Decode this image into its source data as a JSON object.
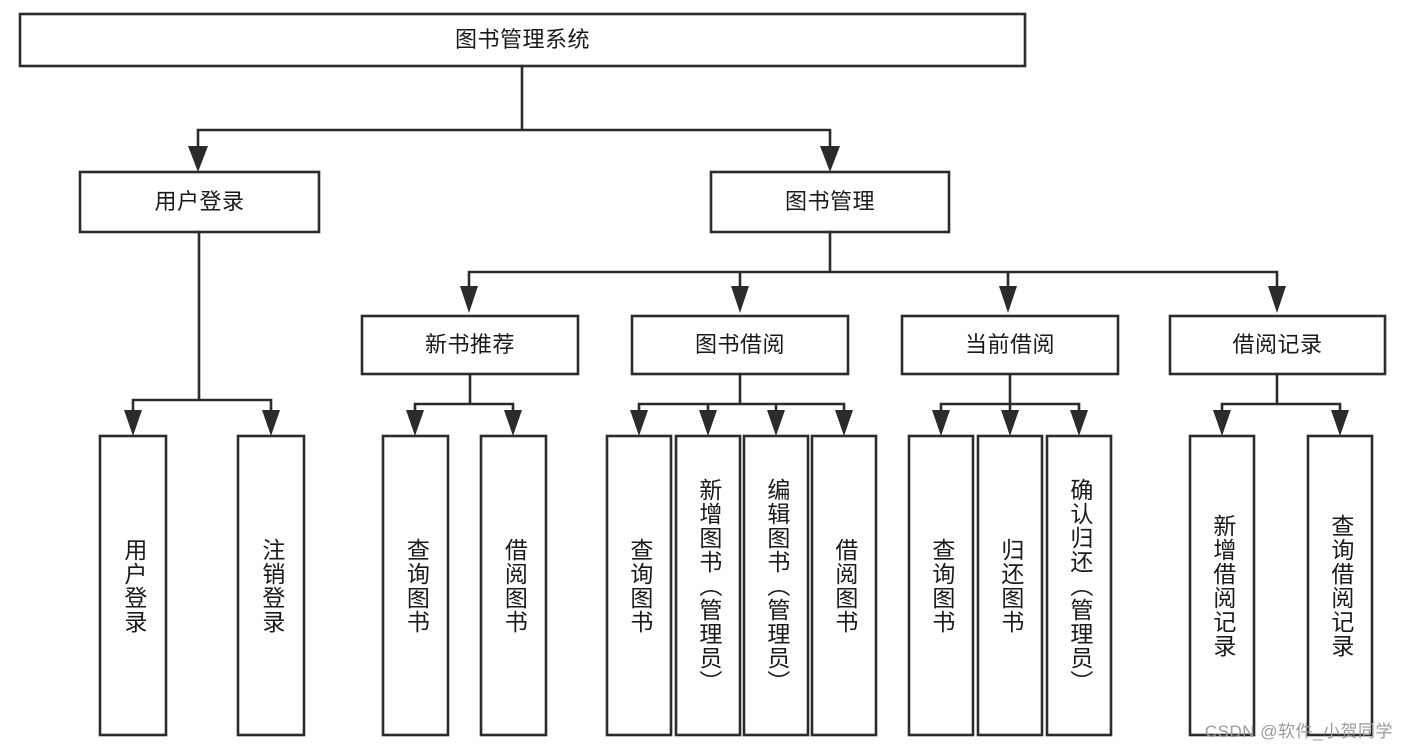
{
  "diagram": {
    "type": "tree-hierarchy",
    "root": {
      "id": "root",
      "label": "图书管理系统"
    },
    "level2": [
      {
        "id": "user-login",
        "label": "用户登录"
      },
      {
        "id": "book-management",
        "label": "图书管理"
      }
    ],
    "level3": [
      {
        "id": "new-book-recommend",
        "label": "新书推荐",
        "parent": "book-management"
      },
      {
        "id": "book-borrow",
        "label": "图书借阅",
        "parent": "book-management"
      },
      {
        "id": "current-borrow",
        "label": "当前借阅",
        "parent": "book-management"
      },
      {
        "id": "borrow-record",
        "label": "借阅记录",
        "parent": "book-management"
      }
    ],
    "leaves": {
      "user-login": [
        {
          "id": "leaf-user-login",
          "label": "用户登录"
        },
        {
          "id": "leaf-user-logout",
          "label": "注销登录"
        }
      ],
      "new-book-recommend": [
        {
          "id": "leaf-query-book-1",
          "label": "查询图书"
        },
        {
          "id": "leaf-borrow-book-1",
          "label": "借阅图书"
        }
      ],
      "book-borrow": [
        {
          "id": "leaf-query-book-2",
          "label": "查询图书"
        },
        {
          "id": "leaf-add-book",
          "label": "新增图书（管理员）"
        },
        {
          "id": "leaf-edit-book",
          "label": "编辑图书（管理员）"
        },
        {
          "id": "leaf-borrow-book-2",
          "label": "借阅图书"
        }
      ],
      "current-borrow": [
        {
          "id": "leaf-query-book-3",
          "label": "查询图书"
        },
        {
          "id": "leaf-return-book",
          "label": "归还图书"
        },
        {
          "id": "leaf-confirm-return",
          "label": "确认归还（管理员）"
        }
      ],
      "borrow-record": [
        {
          "id": "leaf-add-record",
          "label": "新增借阅记录"
        },
        {
          "id": "leaf-query-record",
          "label": "查询借阅记录"
        }
      ]
    },
    "colors": {
      "stroke": "#2b2b2b",
      "fill": "#ffffff",
      "text": "#1a1a1a",
      "watermark": "#9a9a9a",
      "background": "#ffffff"
    }
  },
  "watermark": {
    "text": "CSDN @软件_小贺同学"
  }
}
